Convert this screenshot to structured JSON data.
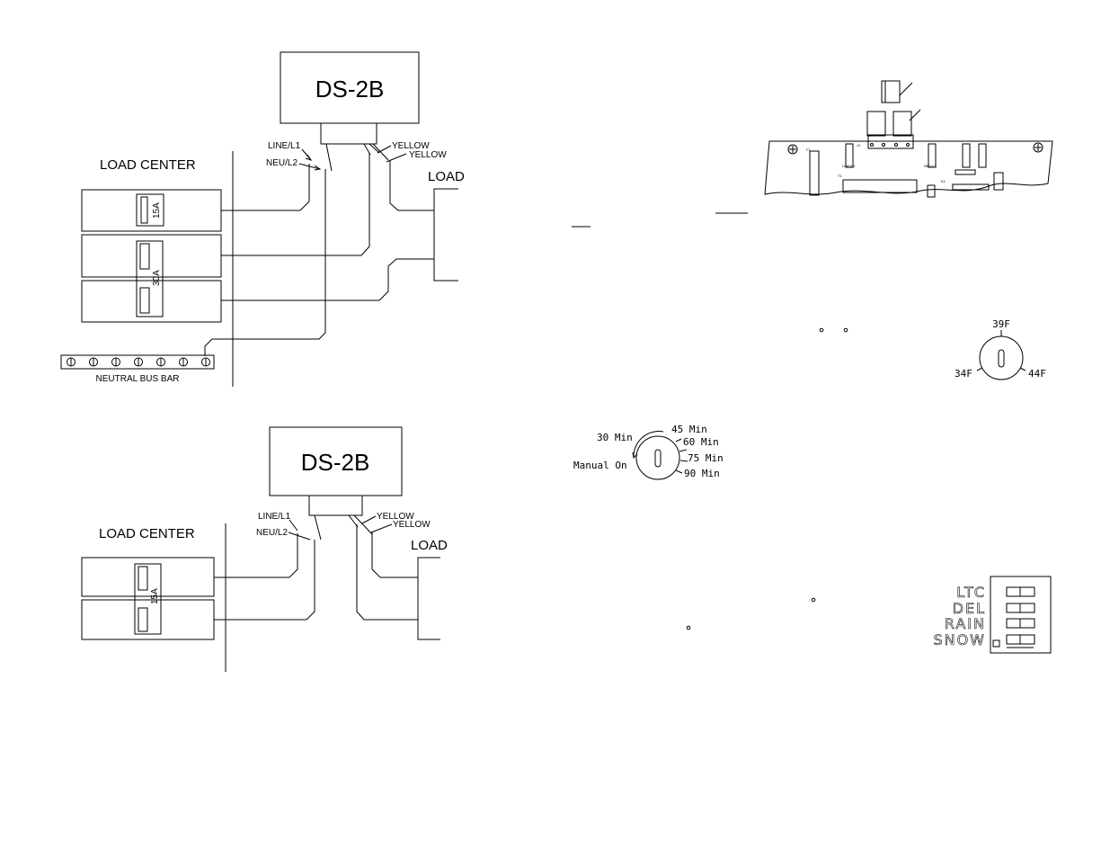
{
  "diagram_top": {
    "controller_label": "DS-2B",
    "load_center_label": "LOAD CENTER",
    "load_label": "LOAD",
    "line_label": "LINE/L1",
    "neu_label": "NEU/L2",
    "yellow_label_1": "YELLOW",
    "yellow_label_2": "YELLOW",
    "breaker_15a": "15A",
    "breaker_30a": "30A",
    "neutral_bus_label": "NEUTRAL BUS BAR"
  },
  "diagram_bottom": {
    "controller_label": "DS-2B",
    "load_center_label": "LOAD CENTER",
    "load_label": "LOAD",
    "line_label": "LINE/L1",
    "neu_label": "NEU/L2",
    "yellow_label_1": "YELLOW",
    "yellow_label_2": "YELLOW",
    "breaker_15a": "15A"
  },
  "temp_dial": {
    "top": "39F",
    "left": "34F",
    "right": "44F"
  },
  "time_dial": {
    "t30": "30 Min",
    "t45": "45 Min",
    "t60": "60 Min",
    "t75": "75 Min",
    "t90": "90 Min",
    "manual": "Manual On"
  },
  "dip_switch": {
    "ltc": "LTC",
    "del": "DEL",
    "rain": "RAIN",
    "snow": "SNOW"
  },
  "board": {
    "fuse": "F1",
    "j1": "J1",
    "k1": "K1",
    "t1": "T1",
    "line_l1": "LINE/L1",
    "neu_l2": "NEU/L2"
  }
}
